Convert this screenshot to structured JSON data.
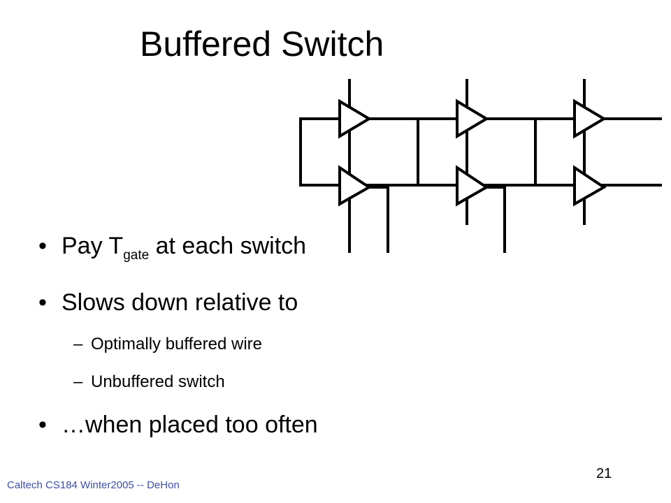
{
  "slide": {
    "title": "Buffered Switch",
    "bullets": {
      "pay_prefix": "Pay T",
      "pay_sub": "gate",
      "pay_suffix": " at each switch",
      "slows": "Slows down relative to",
      "sub_items": [
        "Optimally buffered wire",
        "Unbuffered switch"
      ],
      "dash": "–",
      "when": "…when placed too often"
    },
    "footer_left": "Caltech CS184 Winter2005 -- DeHon",
    "page_number": "21",
    "footer_color": "#3d4ea8"
  }
}
